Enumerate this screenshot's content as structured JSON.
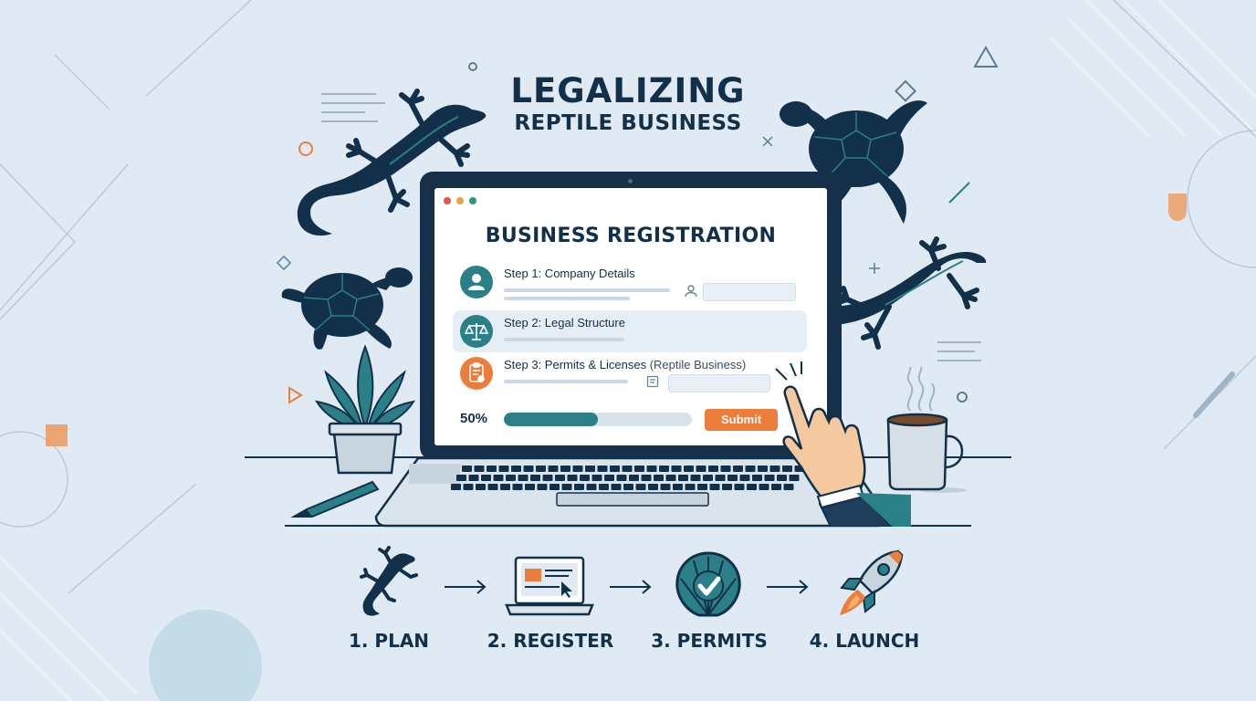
{
  "title": {
    "line1": "LEGALIZING",
    "line2": "REPTILE BUSINESS"
  },
  "form": {
    "title": "BUSINESS REGISTRATION",
    "steps": [
      {
        "label": "Step 1: Company Details",
        "sublabel": "",
        "icon": "user-icon"
      },
      {
        "label": "Step 2: Legal Structure",
        "sublabel": "",
        "icon": "scales-icon"
      },
      {
        "label": "Step 3: Permits & Licenses",
        "sublabel": "(Reptile Business)",
        "icon": "clipboard-icon"
      }
    ],
    "progress_label": "50%",
    "progress_value": 0.5,
    "submit_label": "Submit"
  },
  "process": [
    {
      "label": "1. PLAN",
      "icon": "lizard-icon"
    },
    {
      "label": "2. REGISTER",
      "icon": "laptop-form-icon"
    },
    {
      "label": "3. PERMITS",
      "icon": "shell-check-icon"
    },
    {
      "label": "4. LAUNCH",
      "icon": "rocket-icon"
    }
  ],
  "colors": {
    "background": "#dfeaf4",
    "navy": "#12304a",
    "teal": "#2b7f86",
    "orange": "#ec7d3a"
  }
}
